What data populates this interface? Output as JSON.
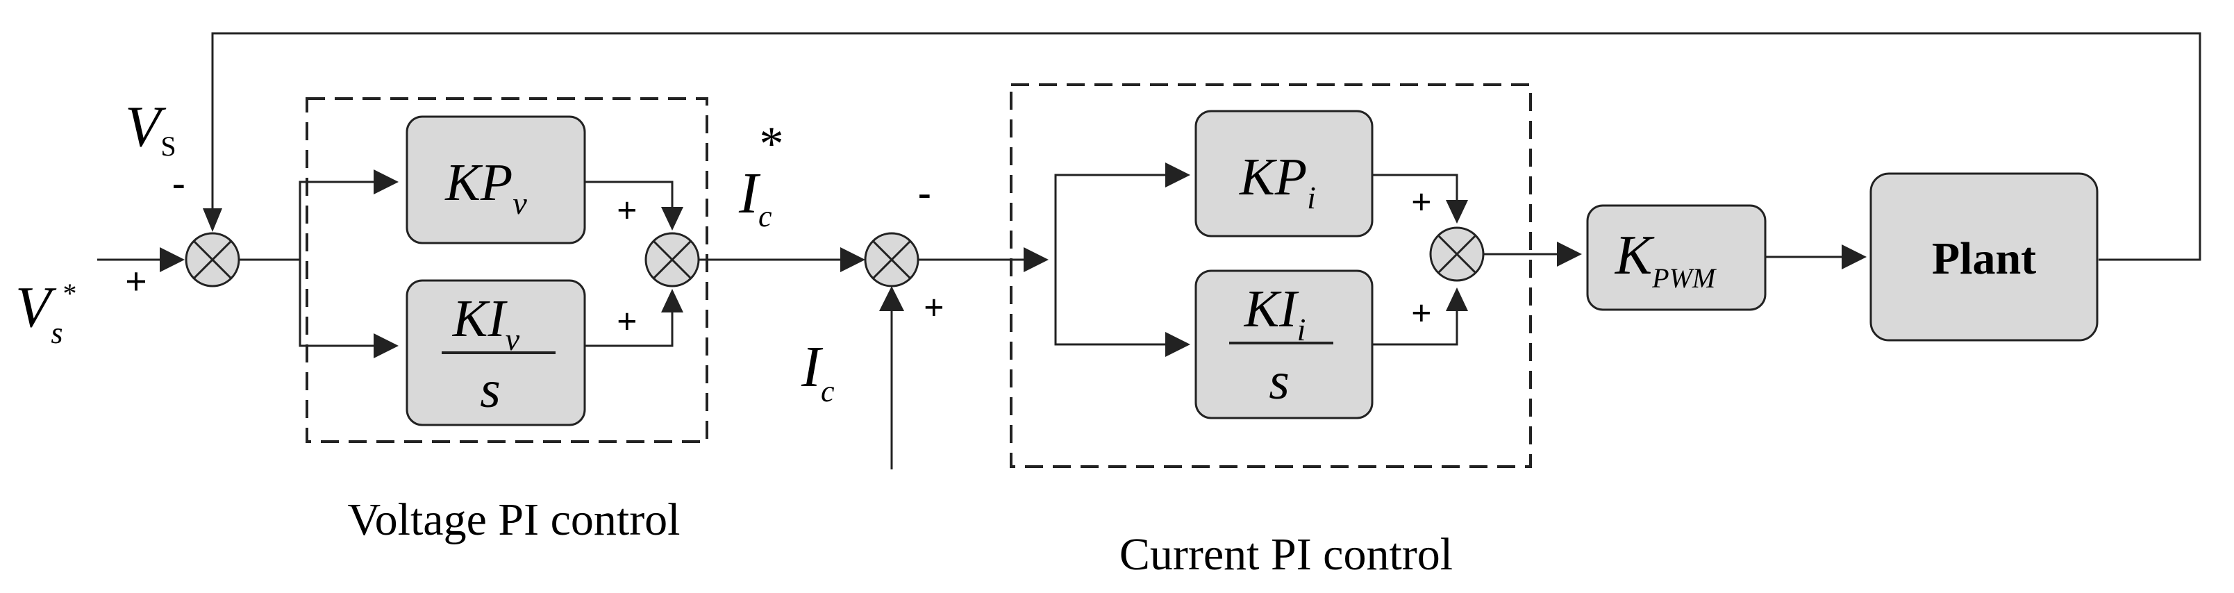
{
  "labels": {
    "vs": "V",
    "vs_sub": "S",
    "vs_ref": "V",
    "vs_ref_sub": "s",
    "vs_ref_star": "*",
    "ic_ref": "I",
    "ic_ref_sub": "c",
    "ic_ref_star": "*",
    "ic": "I",
    "ic_sub": "c"
  },
  "signs": {
    "s1_top": "-",
    "s1_left": "+",
    "s2_top": "+",
    "s2_bottom": "+",
    "s3_top": "-",
    "s3_bottom": "+",
    "s4_top": "+",
    "s4_bottom": "+"
  },
  "blocks": {
    "kpv": {
      "main": "KP",
      "sub": "v"
    },
    "kiv": {
      "num": "KI",
      "num_sub": "v",
      "den": "s"
    },
    "kpi": {
      "main": "KP",
      "sub": "i"
    },
    "kii": {
      "num": "KI",
      "num_sub": "i",
      "den": "s"
    },
    "kpwm": {
      "main": "K",
      "sub": "PWM"
    },
    "plant": {
      "label": "Plant"
    }
  },
  "groups": {
    "voltage": "Voltage PI control",
    "current": "Current PI control"
  }
}
